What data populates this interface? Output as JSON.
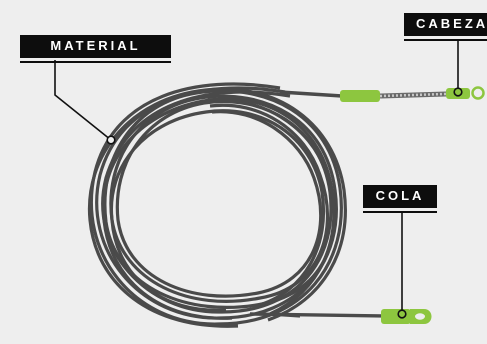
{
  "labels": {
    "material": "MATERIAL",
    "cabeza": "CABEZA",
    "cola": "COLA"
  },
  "colors": {
    "background": "#eeeeee",
    "cable": "#4a4a4a",
    "accent_green": "#8dc63f",
    "label_bg": "#0d0d0d",
    "label_text": "#ffffff"
  },
  "icons": {
    "head_eyelet": "ring-eyelet-icon",
    "tail_eyelet": "loop-eyelet-icon"
  }
}
